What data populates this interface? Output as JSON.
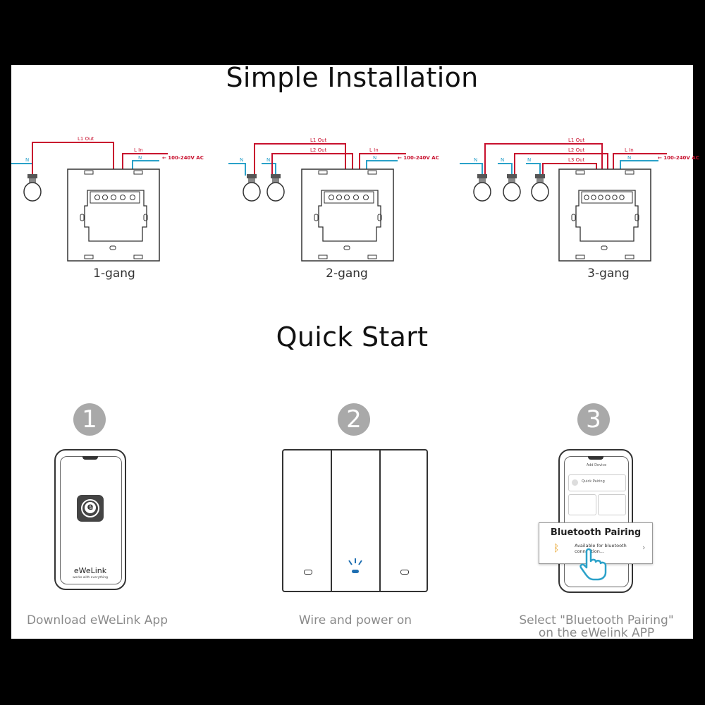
{
  "installation": {
    "title": "Simple Installation",
    "diagrams": [
      {
        "label": "1-gang",
        "outs": [
          "L1 Out"
        ],
        "n_label": "N",
        "l_in": "L In",
        "voltage": "100-240V AC"
      },
      {
        "label": "2-gang",
        "outs": [
          "L1 Out",
          "L2 Out"
        ],
        "n_label": "N",
        "l_in": "L In",
        "voltage": "100-240V AC"
      },
      {
        "label": "3-gang",
        "outs": [
          "L1 Out",
          "L2 Out",
          "L3 Out"
        ],
        "n_label": "N",
        "l_in": "L In",
        "voltage": "100-240V AC"
      }
    ]
  },
  "quickstart": {
    "title": "Quick Start",
    "steps": [
      {
        "number": "1",
        "caption": "Download eWeLink App"
      },
      {
        "number": "2",
        "caption": "Wire and power on"
      },
      {
        "number": "3",
        "caption_line1": "Select \"Bluetooth Pairing\"",
        "caption_line2": "on the eWelink APP"
      }
    ],
    "app": {
      "name": "eWeLink",
      "tagline": "works with everything"
    },
    "phone_screen": {
      "header": "Add Device",
      "quick_pairing": "Quick Pairing",
      "bt_title": "Bluetooth Pairing",
      "bt_desc": "Available for bluetooth connection..."
    }
  },
  "colors": {
    "live_wire": "#c8102e",
    "neutral_wire": "#2aa1c9",
    "indicator": "#1f6fb2"
  }
}
